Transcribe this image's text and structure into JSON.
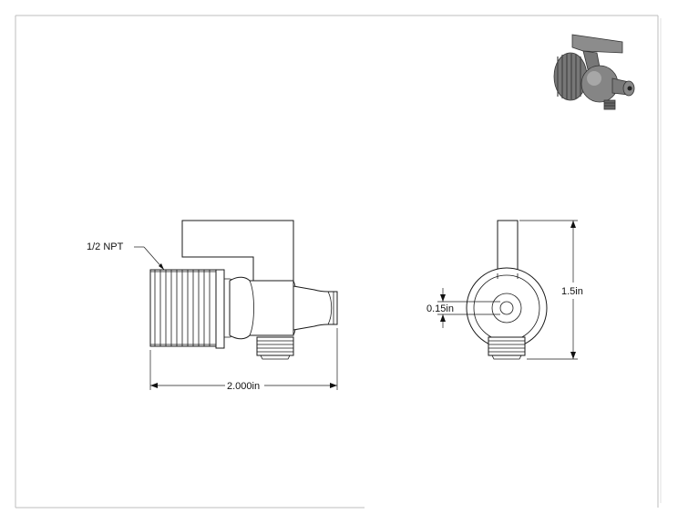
{
  "drawing": {
    "note_npt": "1/2 NPT",
    "dim_length": "2.000in",
    "dim_height": "1.5in",
    "dim_bore": "0.15in"
  },
  "iso_view": {
    "icon": "ball-valve-isometric-icon",
    "handle_color": "#8a8a8a",
    "body_color": "#6f6f6f"
  }
}
